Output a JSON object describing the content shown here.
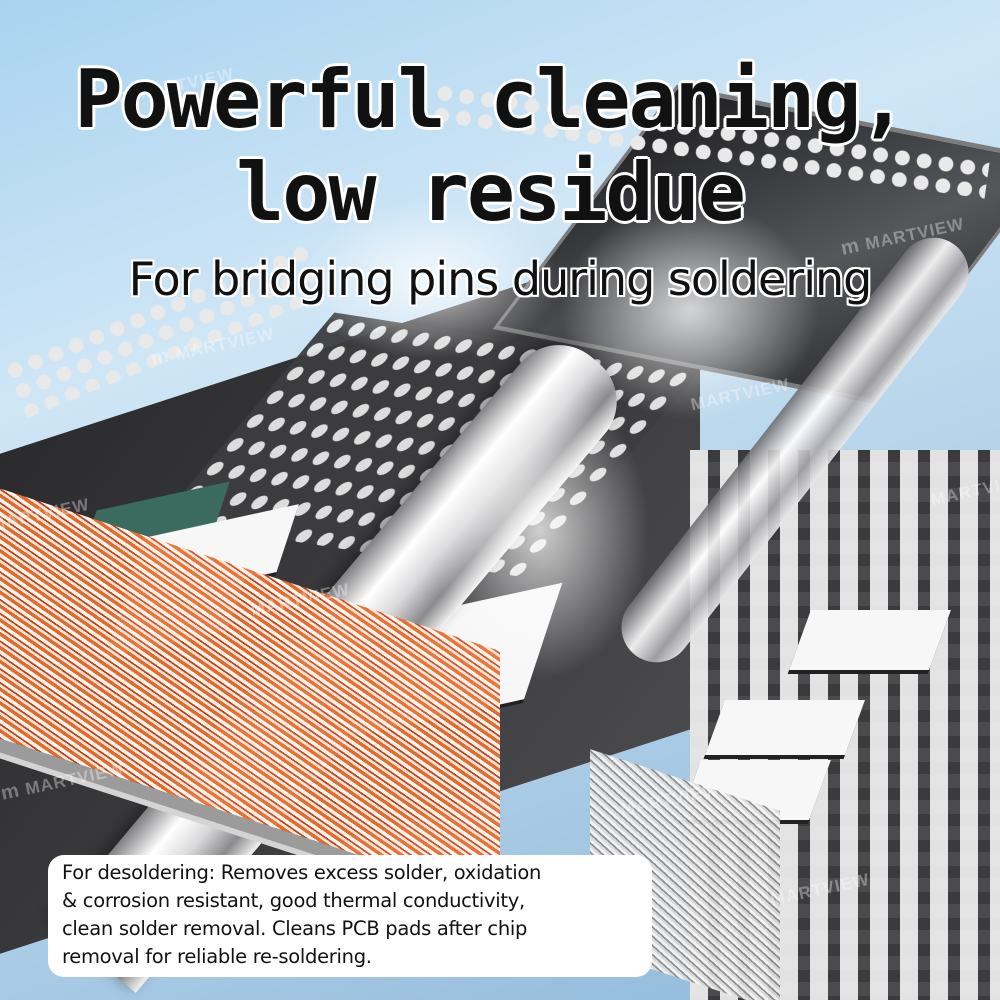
{
  "headline": {
    "line1": "Powerful cleaning,",
    "line2": "low residue"
  },
  "subheadline": "For bridging pins during soldering",
  "description": {
    "lines": [
      "For desoldering: Removes excess solder, oxidation",
      "& corrosion resistant, good thermal conductivity,",
      "clean solder removal. Cleans PCB pads after chip",
      "removal for reliable re-soldering."
    ]
  },
  "watermark": {
    "brand": "MARTVIEW",
    "logo_icon": "m-logo-icon"
  },
  "colors": {
    "background_sky": "#a9d3f0",
    "braid_copper": "#e86e30",
    "pcb_dark": "#3a3a3c",
    "text": "#111111",
    "note_bg": "#ffffff"
  }
}
